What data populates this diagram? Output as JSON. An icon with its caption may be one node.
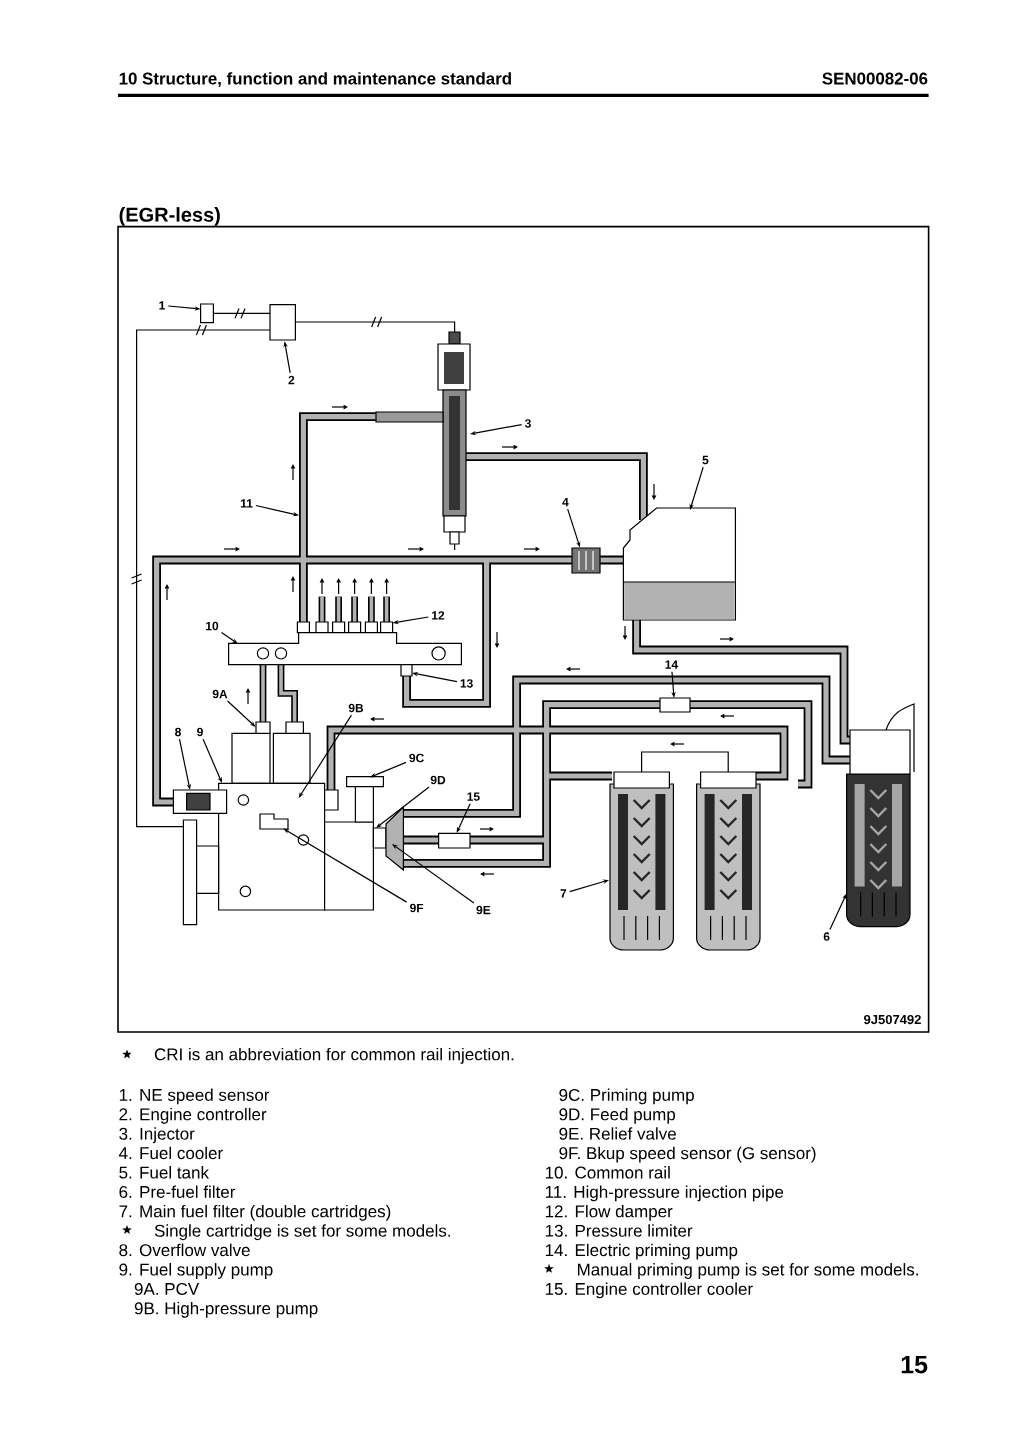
{
  "diagram": {
    "title": "(EGR-less)",
    "nodes": [
      {
        "text": [
          "1"
        ]
      },
      {
        "text": [
          "2"
        ]
      },
      {
        "text": [
          "3"
        ]
      },
      {
        "text": [
          "5"
        ]
      },
      {
        "text": [
          "11"
        ]
      },
      {
        "text": [
          "4"
        ]
      },
      {
        "text": [
          "12"
        ]
      },
      {
        "text": [
          "10"
        ]
      },
      {
        "text": [
          "14"
        ]
      },
      {
        "text": [
          "13"
        ]
      },
      {
        "text": [
          "9A"
        ]
      },
      {
        "text": [
          "9B"
        ]
      },
      {
        "text": [
          "8"
        ]
      },
      {
        "text": [
          "9"
        ]
      },
      {
        "text": [
          "9C"
        ]
      },
      {
        "text": [
          "9D"
        ]
      },
      {
        "text": [
          "15"
        ]
      },
      {
        "text": [
          "7"
        ]
      },
      {
        "text": [
          "6"
        ]
      },
      {
        "text": [
          "9F"
        ]
      },
      {
        "text": [
          "9E"
        ]
      }
    ],
    "edges": [
      {
        "from": 0,
        "to": null,
        "arrow": "to"
      },
      {
        "from": 1,
        "to": null,
        "arrow": "to"
      },
      {
        "from": 2,
        "to": null,
        "arrow": "to"
      },
      {
        "from": 3,
        "to": null,
        "arrow": "to"
      },
      {
        "from": 4,
        "to": null,
        "arrow": "to"
      },
      {
        "from": 5,
        "to": null,
        "arrow": "to"
      },
      {
        "from": 6,
        "to": null,
        "arrow": "to"
      },
      {
        "from": 7,
        "to": null,
        "arrow": "to"
      },
      {
        "from": 8,
        "to": null,
        "arrow": "to"
      },
      {
        "from": 9,
        "to": null,
        "arrow": "to"
      },
      {
        "from": 10,
        "to": null,
        "arrow": "to"
      },
      {
        "from": 11,
        "to": null,
        "arrow": "to"
      },
      {
        "from": 12,
        "to": null,
        "arrow": "to"
      },
      {
        "from": 13,
        "to": null,
        "arrow": "to"
      },
      {
        "from": 14,
        "to": null,
        "arrow": "to"
      },
      {
        "from": 15,
        "to": null,
        "arrow": "to"
      },
      {
        "from": 16,
        "to": null,
        "arrow": "to"
      },
      {
        "from": 17,
        "to": null,
        "arrow": "to"
      },
      {
        "from": 18,
        "to": null,
        "arrow": "to"
      },
      {
        "from": 19,
        "to": null,
        "arrow": "to"
      },
      {
        "from": 20,
        "to": null,
        "arrow": "to"
      }
    ],
    "labels": [
      "10 Structure, function and maintenance standard",
      "SEN00082-06",
      "9J507492",
      "CRI is an abbreviation for common rail injection.",
      "1. NE speed sensor",
      "2. Engine controller",
      "3. Injector",
      "4. Fuel cooler",
      "5. Fuel tank",
      "6. Pre-fuel filter",
      "7. Main fuel filter (double cartridges)",
      "Single cartridge is set for some models.",
      "8. Overflow valve",
      "9. Fuel supply pump",
      "9A. PCV",
      "9B. High-pressure pump",
      "9C. Priming pump",
      "9D. Feed pump",
      "9E. Relief valve",
      "9F. Bkup speed sensor (G sensor)",
      "10. Common rail",
      "11. High-pressure injection pipe",
      "12. Flow damper",
      "13. Pressure limiter",
      "14. Electric priming pump",
      "Manual priming pump is set for some models.",
      "15. Engine controller cooler",
      "15"
    ]
  }
}
